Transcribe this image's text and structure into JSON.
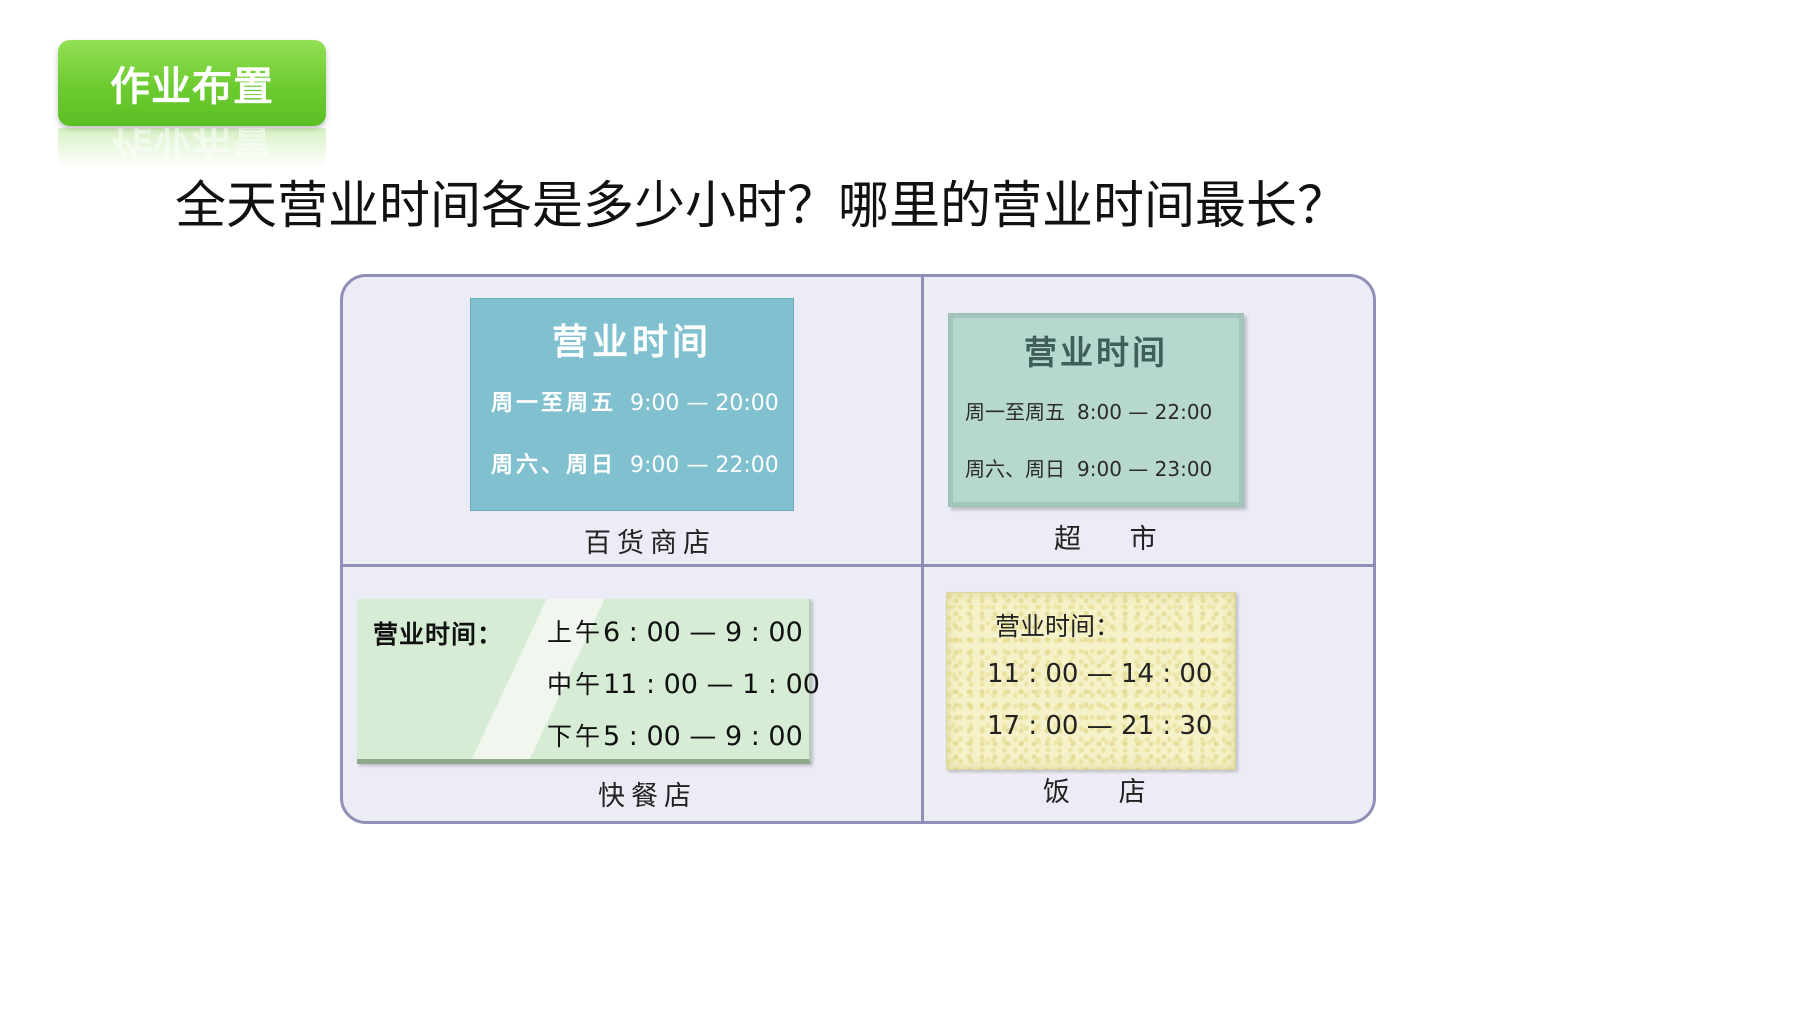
{
  "header": {
    "badge_label": "作业布置"
  },
  "question": "全天营业时间各是多少小时？哪里的营业时间最长？",
  "stores": {
    "department_store": {
      "sign_title": "营业时间",
      "rows": [
        {
          "days": "周一至周五",
          "time": "9:00 — 20:00"
        },
        {
          "days": "周六、周日",
          "time": "9:00 — 22:00"
        }
      ],
      "caption": "百货商店"
    },
    "supermarket": {
      "sign_title": "营业时间",
      "rows": [
        {
          "days": "周一至周五",
          "time": "8:00 — 22:00"
        },
        {
          "days": "周六、周日",
          "time": "9:00 — 23:00"
        }
      ],
      "caption": "超 市"
    },
    "fast_food": {
      "label": "营业时间：",
      "rows": [
        {
          "period": "上午",
          "time": "6 : 00 — 9 : 00"
        },
        {
          "period": "中午",
          "time": "11 : 00 — 1 : 00"
        },
        {
          "period": "下午",
          "time": "5 : 00 — 9 : 00"
        }
      ],
      "caption": "快餐店"
    },
    "restaurant": {
      "label": "营业时间：",
      "rows": [
        {
          "time": "11 : 00 — 14 : 00"
        },
        {
          "time": "17 : 00 — 21 : 30"
        }
      ],
      "caption": "饭 店"
    }
  }
}
